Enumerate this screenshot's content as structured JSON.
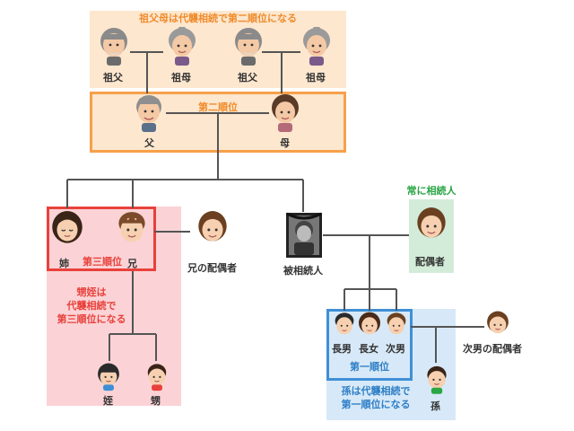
{
  "grandparents": {
    "note": "祖父母は代襲相続で第二順位になる",
    "labels": [
      "祖父",
      "祖母",
      "祖父",
      "祖母"
    ]
  },
  "parents": {
    "note": "第二順位",
    "father": "父",
    "mother": "母"
  },
  "siblings": {
    "sister": "姉",
    "brother": "兄",
    "rank": "第三順位",
    "brother_spouse": "兄の配偶者",
    "note_lines": [
      "甥姪は",
      "代襲相続で",
      "第三順位になる"
    ],
    "niece": "姪",
    "nephew": "甥"
  },
  "deceased": {
    "label": "被相続人"
  },
  "spouse": {
    "note": "常に相続人",
    "label": "配偶者"
  },
  "children": {
    "labels": [
      "長男",
      "長女",
      "次男"
    ],
    "rank": "第一順位",
    "second_son_spouse": "次男の配偶者",
    "note_lines": [
      "孫は代襲相続で",
      "第一順位になる"
    ],
    "grandchild": "孫"
  },
  "colors": {
    "orange_box": "#f6a04a",
    "orange_fill": "#fde7cf",
    "red_box": "#e8413b",
    "pink_fill": "#fbd3d6",
    "blue_box": "#3f8fd6",
    "blue_fill": "#d7e9f8",
    "green_fill": "#d3ecd9",
    "green_text": "#2aa645"
  }
}
